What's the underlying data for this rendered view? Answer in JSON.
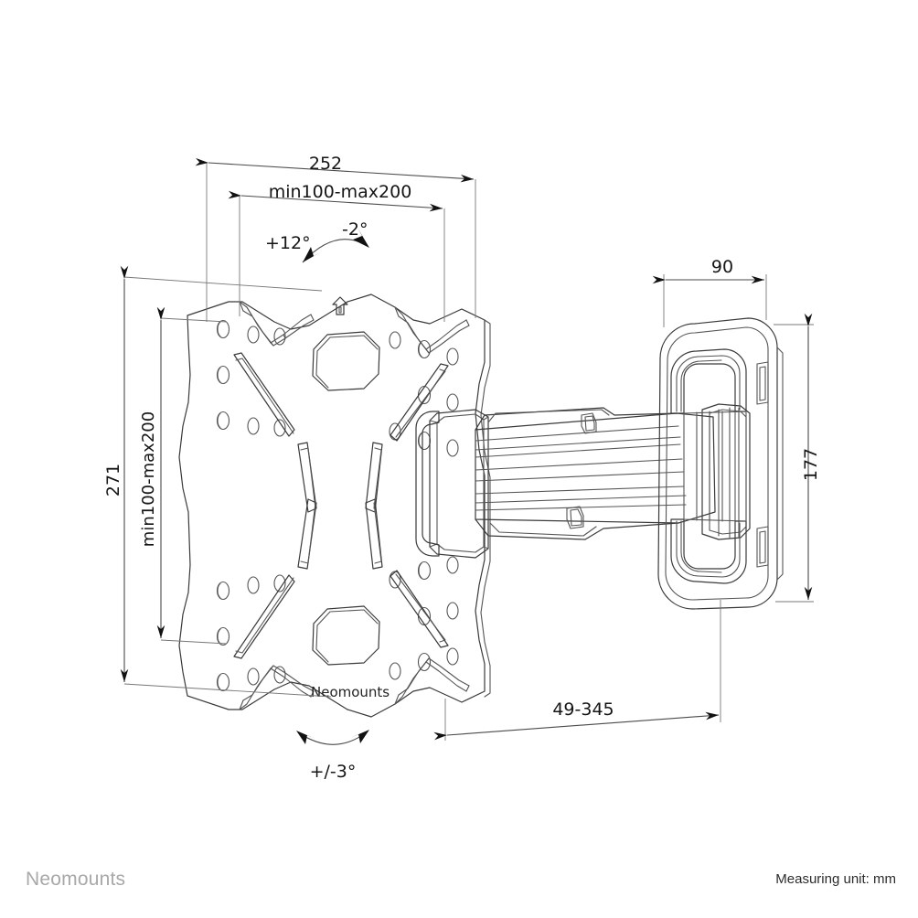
{
  "document": {
    "type": "technical-dimension-drawing",
    "product": "Neomounts full-motion TV wall mount",
    "background_color": "#ffffff",
    "line_color": "#555555",
    "text_color": "#151515"
  },
  "dimensions": {
    "width_overall": "252",
    "vesa_horizontal": "min100-max200",
    "height_overall": "271",
    "vesa_vertical": "min100-max200",
    "wallplate_width": "90",
    "wallplate_height": "177",
    "extension_range": "49-345"
  },
  "angles": {
    "tilt_up": "+12°",
    "tilt_down": "-2°",
    "level_adjust": "+/-3°"
  },
  "plate": {
    "brand_label": "Neomounts",
    "orientation_marker": "up-arrow-icon"
  },
  "footer": {
    "brand": "Neomounts",
    "measuring_unit": "Measuring unit: mm"
  }
}
